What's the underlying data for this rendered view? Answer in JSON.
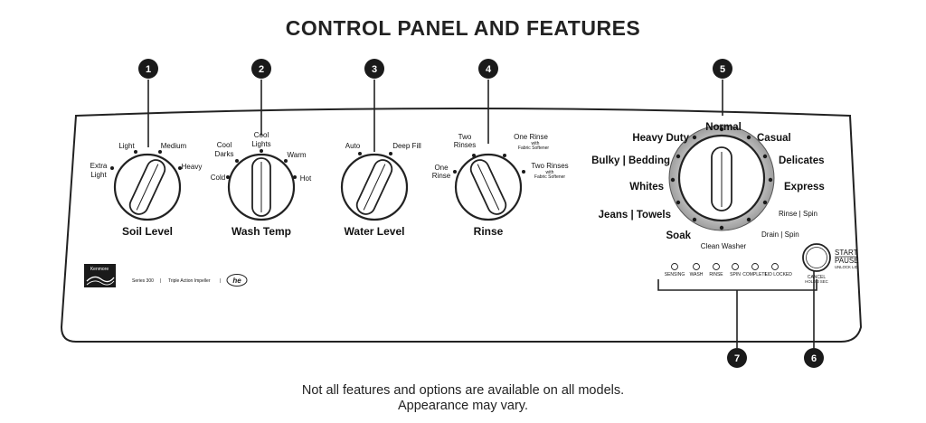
{
  "title": "CONTROL PANEL AND FEATURES",
  "callouts": [
    "1",
    "2",
    "3",
    "4",
    "5",
    "6",
    "7"
  ],
  "knobs": {
    "soil": {
      "name": "Soil Level",
      "extra_light_1": "Extra",
      "extra_light_2": "Light",
      "light": "Light",
      "medium": "Medium",
      "heavy": "Heavy"
    },
    "temp": {
      "name": "Wash Temp",
      "cold": "Cold",
      "cool_darks_1": "Cool",
      "cool_darks_2": "Darks",
      "cool_lights_1": "Cool",
      "cool_lights_2": "Lights",
      "warm": "Warm",
      "hot": "Hot"
    },
    "water": {
      "name": "Water Level",
      "auto": "Auto",
      "deep_fill": "Deep Fill"
    },
    "rinse": {
      "name": "Rinse",
      "one_rinse_1": "One",
      "one_rinse_2": "Rinse",
      "two_rinses_1": "Two",
      "two_rinses_2": "Rinses",
      "one_rinse_fs": "One Rinse",
      "two_rinses_fs": "Two Rinses",
      "with": "with",
      "fabric_softener": "Fabric Softener"
    }
  },
  "cycles": {
    "normal": "Normal",
    "casual": "Casual",
    "delicates": "Delicates",
    "express": "Express",
    "rinse_spin": "Rinse | Spin",
    "drain_spin": "Drain | Spin",
    "clean_washer": "Clean Washer",
    "soak": "Soak",
    "jeans_towels": "Jeans | Towels",
    "whites": "Whites",
    "bulky_bedding": "Bulky | Bedding",
    "heavy_duty": "Heavy Duty"
  },
  "status_lights": [
    "SENSING",
    "WASH",
    "RINSE",
    "SPIN",
    "COMPLETE",
    "LID LOCKED"
  ],
  "start_pause": {
    "start": "START",
    "pause": "PAUSE",
    "unlock_lid": "UNLOCK LID",
    "cancel": "CANCEL",
    "hold": "HOLD 3 SEC"
  },
  "brand": {
    "logo": "Kenmore",
    "series": "Series 300",
    "sep": "|",
    "impeller": "Triple Action Impeller",
    "he_logo": "he"
  },
  "footnote": {
    "line1": "Not all features and options are available on all models.",
    "line2": "Appearance may vary."
  }
}
